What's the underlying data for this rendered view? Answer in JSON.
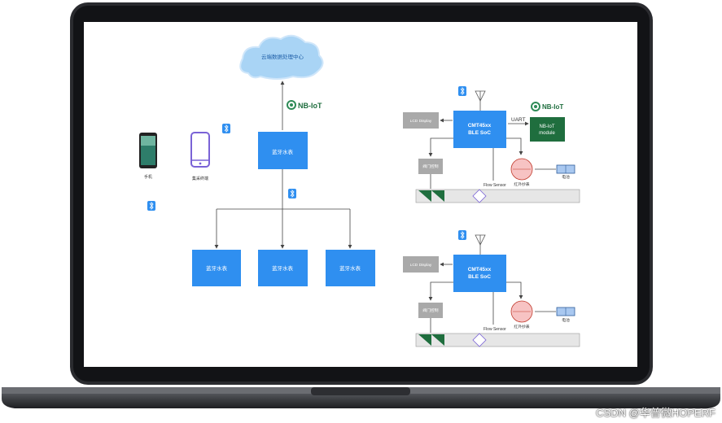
{
  "colors": {
    "accent_blue": "#2f8ff0",
    "nbiot_green": "#1f6e3e",
    "grey_box": "#a9a9a9",
    "bezel": "#1c1d20",
    "pipe": "#e6e6e6",
    "cloud": "#a9d4f5"
  },
  "left": {
    "cloud_label": "云端数据处理中心",
    "nbiot_logo": "NB-IoT",
    "phone_label": "手机",
    "terminal_label": "集采终端",
    "hub_label": "蓝牙水表",
    "meters": [
      "蓝牙水表",
      "蓝牙水表",
      "蓝牙水表"
    ]
  },
  "top_panel": {
    "nbiot_logo": "NB-IoT",
    "lcd": "LCD Display",
    "soc_line1": "CMT45xx",
    "soc_line2": "BLE SoC",
    "uart": "UART",
    "nbmod_line1": "NB-IoT",
    "nbmod_line2": "module",
    "valve": "阀门控制",
    "ir": "红外抄表",
    "battery": "电池",
    "flow": "Flow Sensor"
  },
  "bottom_panel": {
    "lcd": "LCD Display",
    "soc_line1": "CMT45xx",
    "soc_line2": "BLE SoC",
    "valve": "阀门控制",
    "ir": "红外抄表",
    "battery": "电池",
    "flow": "Flow Sensor"
  },
  "watermark": "CSDN @华普微HOPERF"
}
